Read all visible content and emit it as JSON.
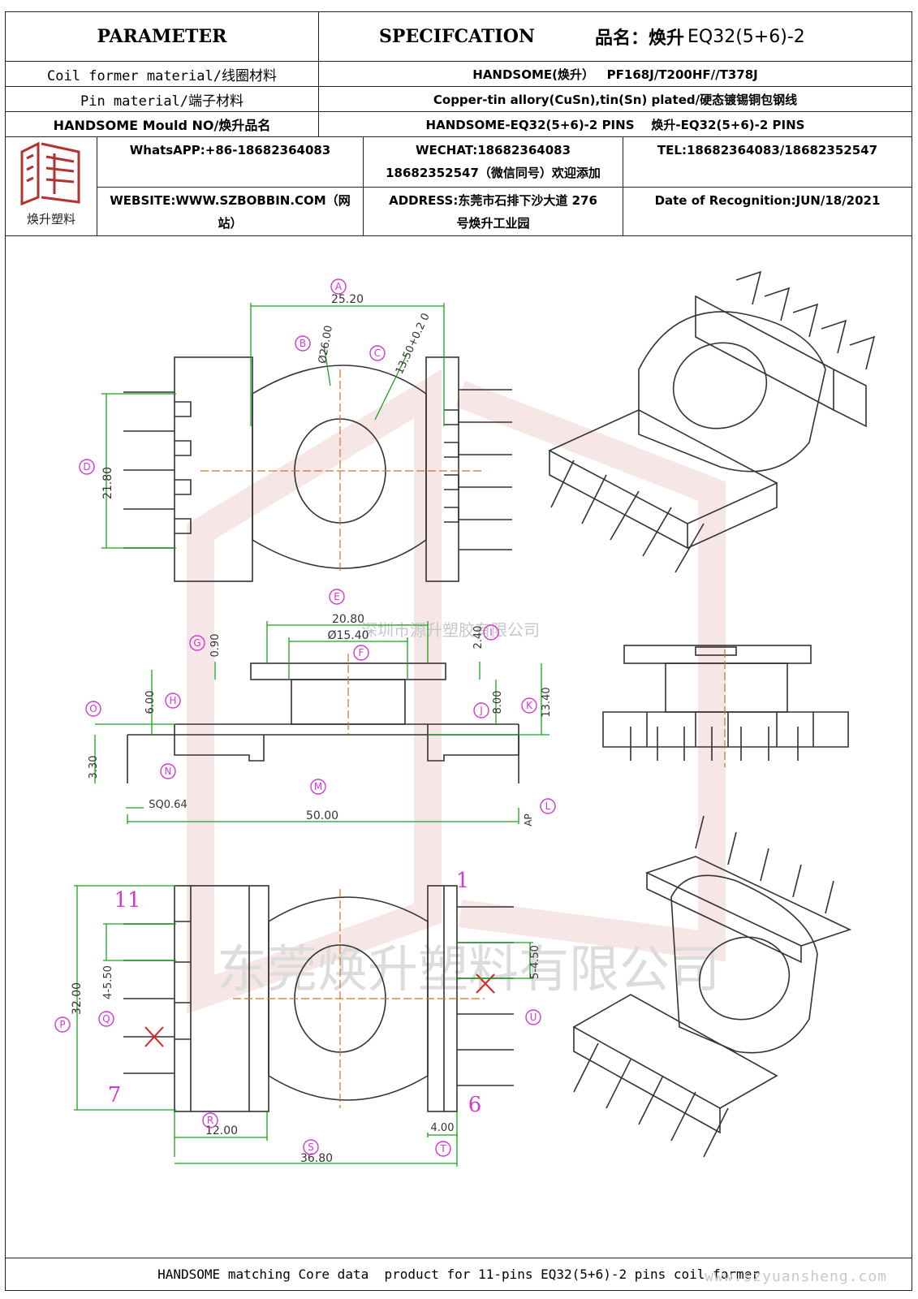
{
  "header": {
    "parameter": "PARAMETER",
    "specification": "SPECIFCATION",
    "product_name_label": "品名：焕升",
    "product_name_value": "EQ32(5+6)-2"
  },
  "rows": [
    {
      "label": "Coil former material/线圈材料",
      "value": "HANDSOME(焕升）   PF168J/T200HF//T378J"
    },
    {
      "label": "Pin material/端子材料",
      "value": "Copper-tin allory(CuSn),tin(Sn) plated/硬态镀锡铜包钢线"
    },
    {
      "label": "HANDSOME Mould NO/焕升品名",
      "value": "HANDSOME-EQ32(5+6)-2 PINS    焕升-EQ32(5+6)-2 PINS"
    }
  ],
  "company": {
    "logo_caption": "焕升塑料",
    "whatsapp": "WhatsAPP:+86-18682364083",
    "wechat_line1": "WECHAT:18682364083",
    "wechat_line2": "18682352547（微信同号）欢迎添加",
    "tel": "TEL:18682364083/18682352547",
    "website_line1": "WEBSITE:WWW.SZBOBBIN.COM（网",
    "website_line2": "站）",
    "address_line1": "ADDRESS:东莞市石排下沙大道 276",
    "address_line2": "号焕升工业园",
    "date": "Date of Recognition:JUN/18/2021"
  },
  "drawing": {
    "labels": {
      "A": "A",
      "B": "B",
      "C": "C",
      "D": "D",
      "E": "E",
      "F": "F",
      "G": "G",
      "H": "H",
      "I": "I",
      "J": "J",
      "K": "K",
      "L": "L",
      "M": "M",
      "N": "N",
      "O": "O",
      "P": "P",
      "Q": "Q",
      "R": "R",
      "S": "S",
      "T": "T",
      "U": "U"
    },
    "dims": {
      "A": "25.20",
      "B": "Ø26.00",
      "C": "13.50+0.2 0",
      "D": "21.80",
      "E": "20.80",
      "F": "Ø15.40",
      "G": "0.90",
      "H": "6.00",
      "I": "2.40",
      "J": "8.00",
      "K": "13.40",
      "L": "AP",
      "M": "50.00",
      "N": "SQ0.64",
      "O": "3.30",
      "P": "32.00",
      "Q": "4-5.50",
      "R": "12.00",
      "S": "36.80",
      "T": "4.00",
      "U": "5-4.50"
    },
    "pins": {
      "p11": "11",
      "p7": "7",
      "p1": "1",
      "p6": "6"
    },
    "watermark_small": "深圳市源升塑胶有限公司",
    "watermark_big": "东莞焕升塑料有限公司"
  },
  "footer": {
    "text": "HANDSOME matching Core data  product for 11-pins EQ32(5+6)-2 pins coil former",
    "url": "www.szyuansheng.com"
  },
  "colors": {
    "dimension_green": "#1aa31a",
    "label_magenta": "#d23ad2",
    "center_line": "#c8781e",
    "watermark_red": "#e8b0b0",
    "logo_red": "#b53030"
  }
}
